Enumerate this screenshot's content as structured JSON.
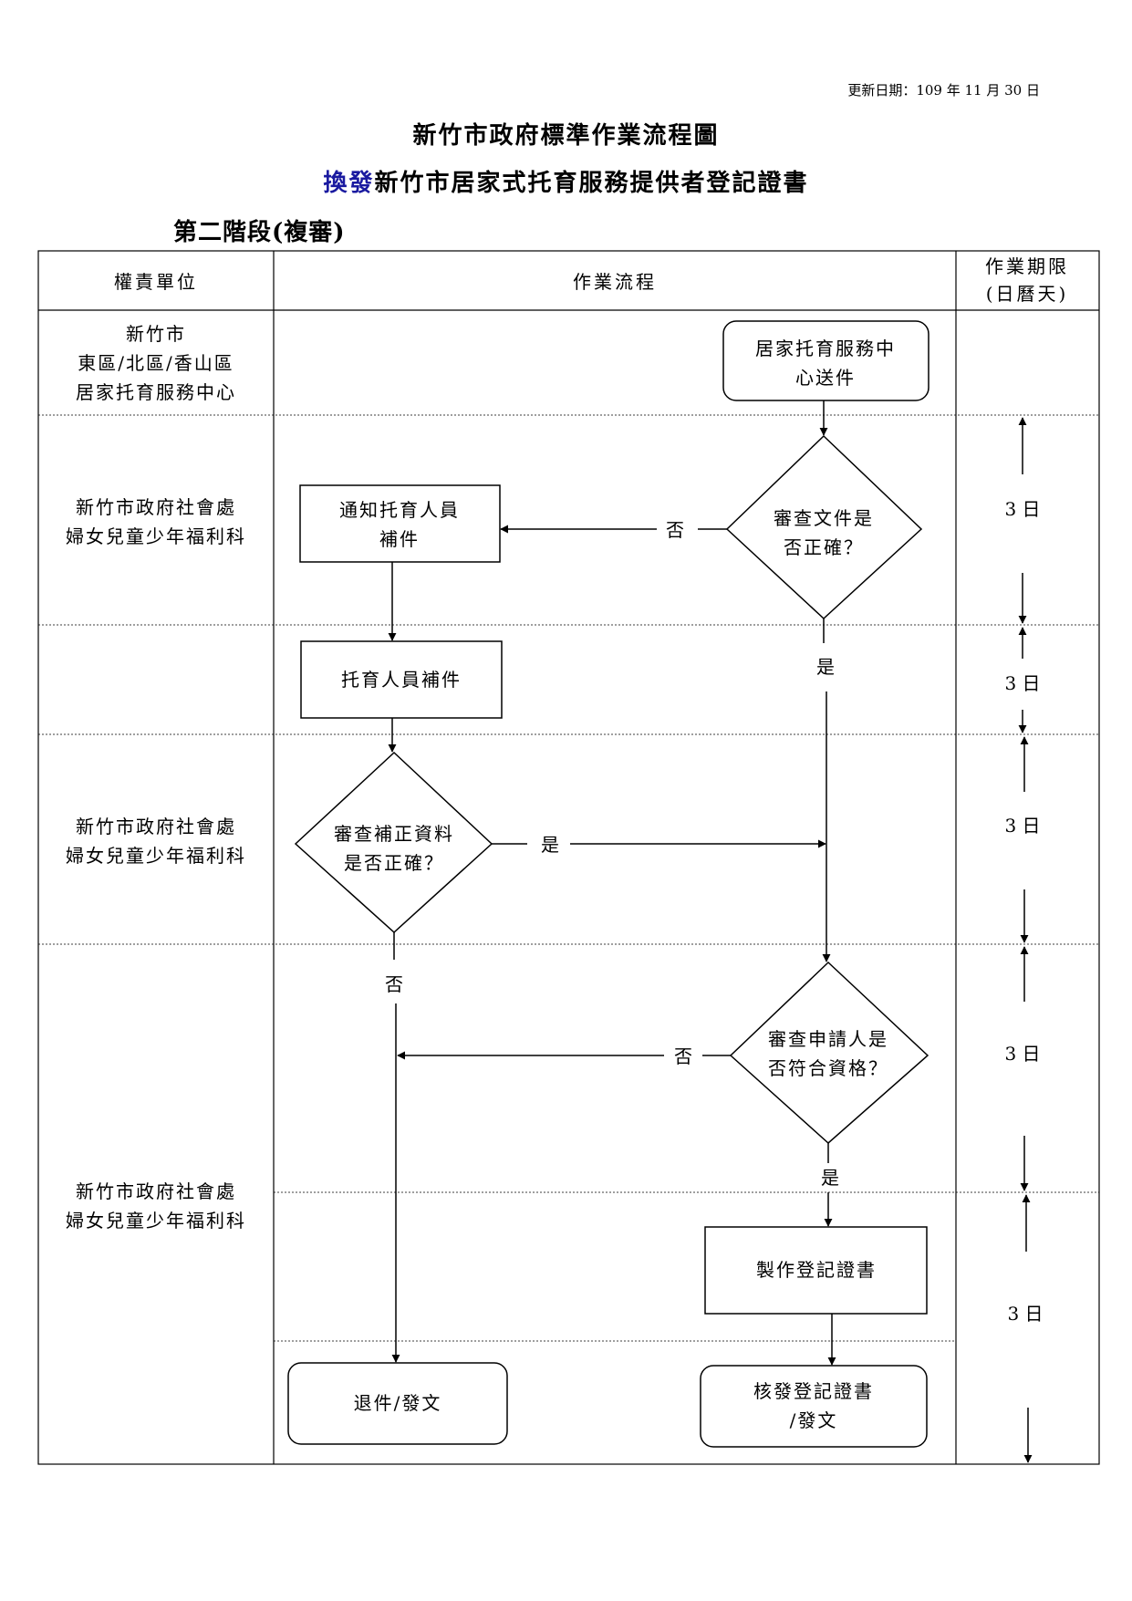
{
  "header": {
    "update_date": "更新日期：109 年 11 月 30 日",
    "title": "新竹市政府標準作業流程圖",
    "subtitle_accent": "換發",
    "subtitle_rest": "新竹市居家式托育服務提供者登記證書",
    "stage": "第二階段(複審)"
  },
  "table": {
    "col_unit": "權責單位",
    "col_process": "作業流程",
    "col_period_1": "作業期限",
    "col_period_2": "(日曆天)"
  },
  "units": {
    "center_1": "新竹市",
    "center_2": "東區/北區/香山區",
    "center_3": "居家托育服務中心",
    "welfare_a_1": "新竹市政府社會處",
    "welfare_a_2": "婦女兒童少年福利科",
    "welfare_b_1": "新竹市政府社會處",
    "welfare_b_2": "婦女兒童少年福利科",
    "welfare_c_1": "新竹市政府社會處",
    "welfare_c_2": "婦女兒童少年福利科"
  },
  "nodes": {
    "start_1": "居家托育服務中",
    "start_2": "心送件",
    "review_docs_1": "審查文件是",
    "review_docs_2": "否正確？",
    "notify_1": "通知托育人員",
    "notify_2": "補件",
    "supplement": "托育人員補件",
    "review_supp_1": "審查補正資料",
    "review_supp_2": "是否正確？",
    "review_qual_1": "審查申請人是",
    "review_qual_2": "否符合資格？",
    "make_cert": "製作登記證書",
    "reject": "退件/發文",
    "issue_1": "核發登記證書",
    "issue_2": "/發文"
  },
  "labels": {
    "no_1": "否",
    "yes_1": "是",
    "yes_2": "是",
    "no_2": "否",
    "no_3": "否",
    "yes_3": "是"
  },
  "periods": {
    "p1": "3 日",
    "p2": "3 日",
    "p3": "3 日",
    "p4": "3 日",
    "p5": "3 日"
  }
}
